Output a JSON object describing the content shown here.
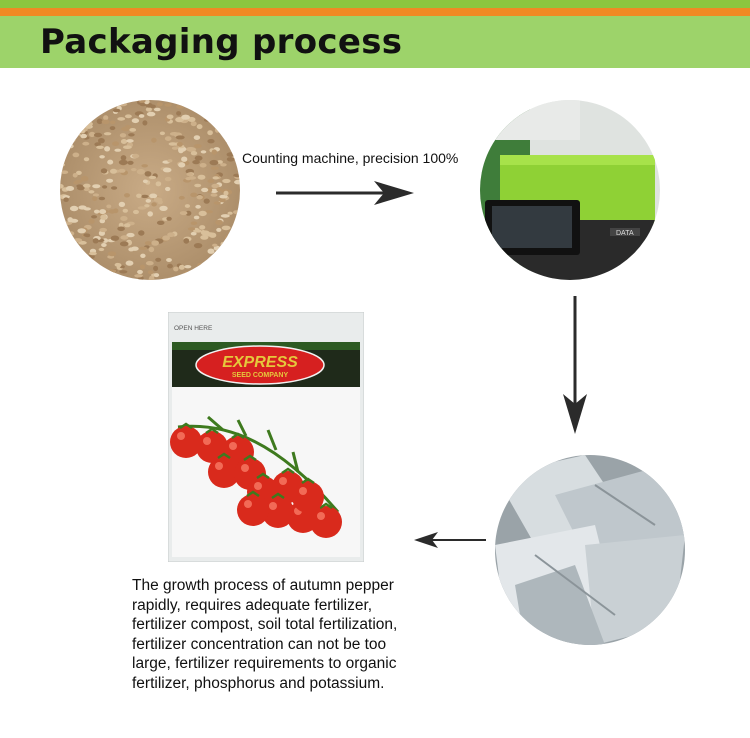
{
  "header": {
    "title": "Packaging process"
  },
  "steps": {
    "caption": "Counting machine, precision 100%"
  },
  "packet": {
    "open_here": "OPEN HERE",
    "brand_line1": "EXPRESS",
    "brand_line2": "SEED COMPANY"
  },
  "machine": {
    "brand_label": "DATA"
  },
  "description": {
    "lines": [
      "The growth process of autumn pepper",
      "rapidly, requires adequate fertilizer,",
      "fertilizer compost, soil total fertilization,",
      "fertilizer concentration can not be too",
      "large, fertilizer requirements to organic",
      "fertilizer, phosphorus and potassium."
    ]
  },
  "colors": {
    "green": "#9dd36a",
    "orange": "#f08a24",
    "arrow": "#2b2b2b"
  }
}
